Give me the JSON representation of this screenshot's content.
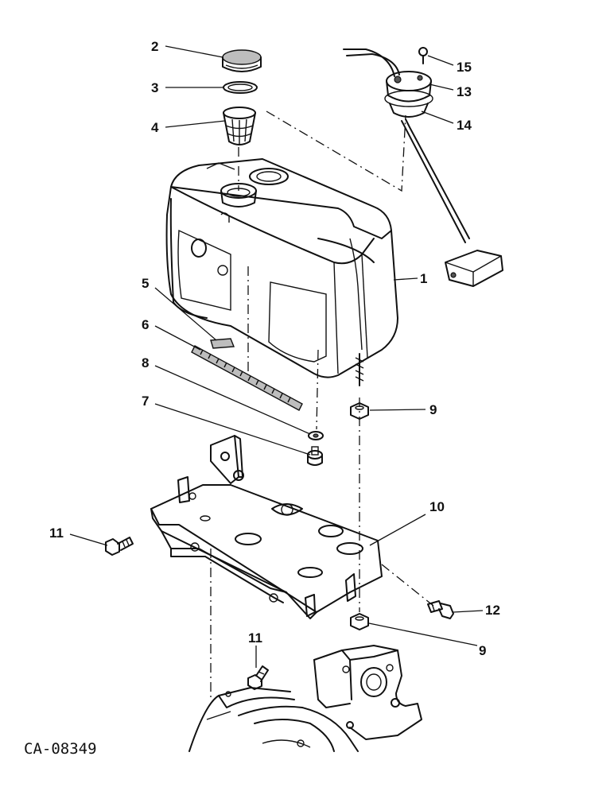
{
  "diagram_code": "CA-08349",
  "callouts": [
    {
      "id": "c2",
      "label": "2"
    },
    {
      "id": "c3",
      "label": "3"
    },
    {
      "id": "c4",
      "label": "4"
    },
    {
      "id": "c15",
      "label": "15"
    },
    {
      "id": "c13",
      "label": "13"
    },
    {
      "id": "c14",
      "label": "14"
    },
    {
      "id": "c1",
      "label": "1"
    },
    {
      "id": "c5",
      "label": "5"
    },
    {
      "id": "c6",
      "label": "6"
    },
    {
      "id": "c8",
      "label": "8"
    },
    {
      "id": "c7",
      "label": "7"
    },
    {
      "id": "c9a",
      "label": "9"
    },
    {
      "id": "c10",
      "label": "10"
    },
    {
      "id": "c11a",
      "label": "11"
    },
    {
      "id": "c12",
      "label": "12"
    },
    {
      "id": "c9b",
      "label": "9"
    },
    {
      "id": "c11b",
      "label": "11"
    }
  ]
}
